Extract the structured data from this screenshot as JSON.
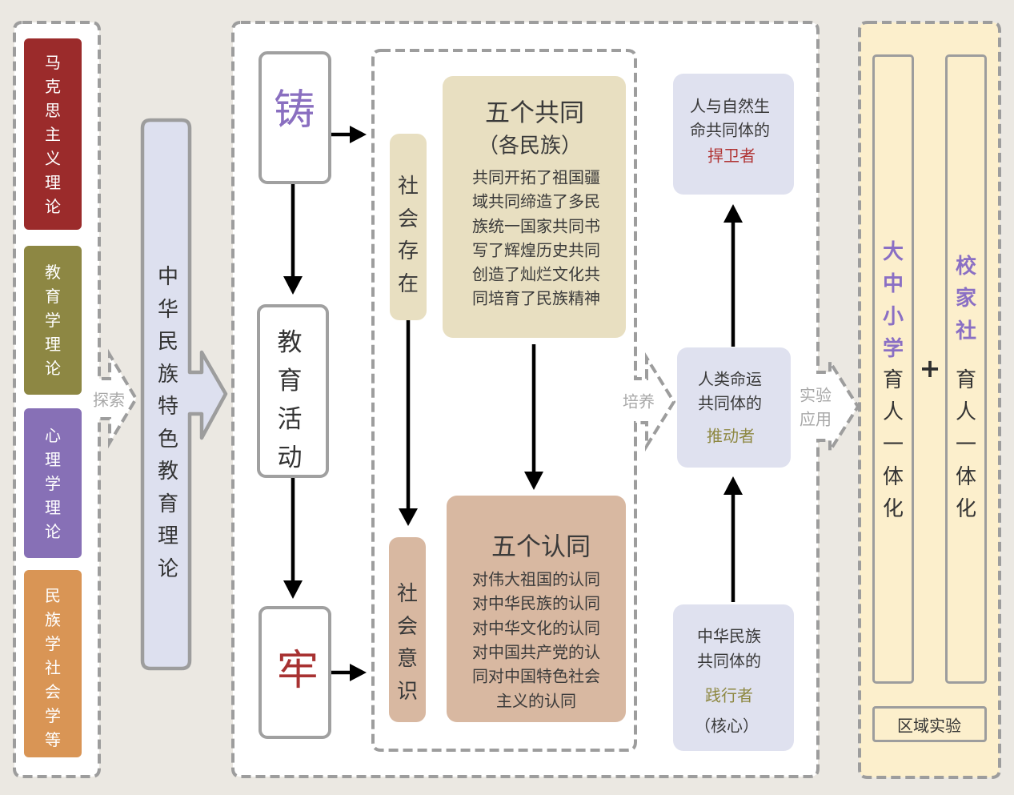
{
  "theory_sources": {
    "items": [
      {
        "label": "马克思主义理论",
        "color": "#9b2b2b"
      },
      {
        "label": "教育学理论",
        "color": "#8d8743"
      },
      {
        "label": "心理学理论",
        "color": "#8770b6"
      },
      {
        "label": "民族学社会学等",
        "color": "#d99555"
      }
    ],
    "connector_label": "探索"
  },
  "core_theory": {
    "label": "中华民族特色教育理论"
  },
  "practice": {
    "cast": {
      "label": "铸",
      "color": "#8a6fc0"
    },
    "education_activity": {
      "label": "教育活动"
    },
    "firm": {
      "label": "牢",
      "color": "#a83232"
    },
    "connector_label": "培养"
  },
  "cognition": {
    "social_existence": {
      "label": "社会存在",
      "color": "#e8dfc1"
    },
    "social_consciousness": {
      "label": "社会意识",
      "color": "#d8b8a1"
    },
    "five_commons": {
      "title": "五个共同",
      "subtitle": "（各民族）",
      "lines": [
        "共同开拓了祖国疆",
        "域共同缔造了多民",
        "族统一国家共同书",
        "写了辉煌历史共同",
        "创造了灿烂文化共",
        "同培育了民族精神"
      ],
      "color": "#e8dfc1"
    },
    "five_identities": {
      "title": "五个认同",
      "lines": [
        "对伟大祖国的认同",
        "对中华民族的认同",
        "对中华文化的认同",
        "对中国共产党的认",
        "同对中国特色社会",
        "主义的认同"
      ],
      "color": "#d8b8a1"
    }
  },
  "roles": {
    "box_color": "#dfe1ef",
    "items": [
      {
        "lines": [
          "人与自然生",
          "命共同体的"
        ],
        "role": "捍卫者",
        "role_color": "#b03434"
      },
      {
        "lines": [
          "人类命运",
          "共同体的"
        ],
        "role": "推动者",
        "role_color": "#8e8842"
      },
      {
        "lines": [
          "中华民族",
          "共同体的"
        ],
        "role": "践行者",
        "role_color": "#8e8842",
        "note": "（核心）"
      }
    ]
  },
  "application": {
    "connector_label_lines": [
      "实验",
      "应用"
    ],
    "columns": [
      {
        "highlight": "大中小学",
        "rest": "育人一体化"
      },
      {
        "highlight": "校家社",
        "rest": "育人一体化"
      }
    ],
    "plus": "+",
    "region_label": "区域实验"
  }
}
